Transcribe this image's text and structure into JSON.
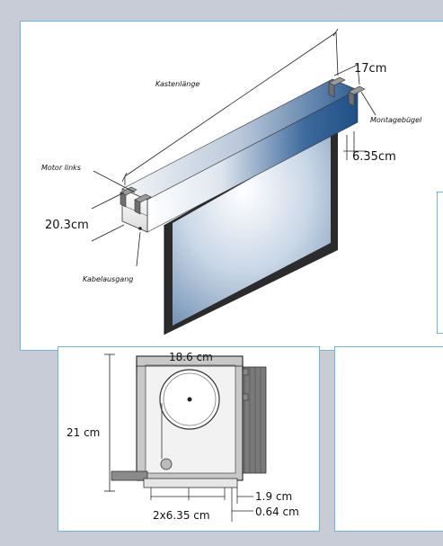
{
  "main_labels": {
    "box_length": "Kastenlänge",
    "depth": "17cm",
    "bracket": "Montagebügel",
    "bracket_dim": "6.35cm",
    "motor": "Motor links",
    "height": "20.3cm",
    "cable": "Kabelausgang"
  },
  "detail_labels": {
    "width": "18.6 cm",
    "height": "21 cm",
    "hole_spacing": "2x6.35 cm",
    "dim_a": "1.9 cm",
    "dim_b": "0.64 cm"
  },
  "colors": {
    "background": "#c7ccd6",
    "panel_border": "#6fb4de",
    "housing_dark": "#1f4f86",
    "screen_frame": "#2b2b2b"
  }
}
